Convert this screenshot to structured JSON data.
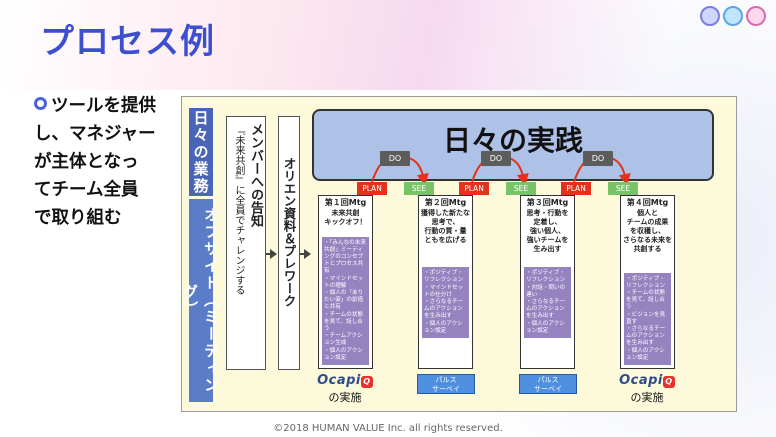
{
  "title": "プロセス例",
  "bullet": "ツールを提供\nし、マネジャー\nが主体となっ\nてチーム全員\nで取り組む",
  "left_labels": {
    "daily": "日々の業務",
    "offsite": "オフサイト（ミーティング）"
  },
  "notice": {
    "title": "メンバーへの告知",
    "desc": "『未来共創』に全員でチャレンジする"
  },
  "orient": "オリエン資料＆プレワーク",
  "practice": "日々の実践",
  "cycle": {
    "do": "DO",
    "plan": "PLAN",
    "see": "SEE"
  },
  "meetings": [
    {
      "title": "第１回Mtg",
      "sub": "未来共創\nキックオフ！",
      "items": [
        "「みんなの未来共創」ミーティングのコンセプトとプロセス共有",
        "マインドセットの理解",
        "個人の「ありたい姿」の創造と共有",
        "チームの状態を見て、話し合う",
        "チームアクション生成",
        "個人のアクション設定"
      ]
    },
    {
      "title": "第２回Mtg",
      "sub": "獲得した新たな思考で、\n行動の質・量\nともを広げる",
      "items": [
        "ポジティブ・リフレクション",
        "マインドセットの仕分け",
        "さらなるチームのアクションを生み出す",
        "個人のアクション設定"
      ]
    },
    {
      "title": "第３回Mtg",
      "sub": "思考・行動を\n定着し、\n強い個人、\n強いチームを\n生み出す",
      "items": [
        "ポジティブ・リフレクション",
        "対話・問いの連い",
        "さらなるチームのアクションを生み出す",
        "個人のアクション設定"
      ]
    },
    {
      "title": "第４回Mtg",
      "sub": "個人と\nチームの成果\nを収穫し、\nさらなる未来を\n共創する",
      "items": [
        "ポジティブ・リフレクション",
        "チームの状態を見て、話し合う",
        "ビジョンを見直す",
        "さらなるチームのアクションを生み出す",
        "個人のアクション設定"
      ]
    }
  ],
  "pulse": "パルス\nサーベイ",
  "ocapi": {
    "brand": "Ocapi",
    "mark": "Q",
    "impl": "の実施"
  },
  "copyright": "©2018 HUMAN VALUE Inc. all rights reserved.",
  "colors": {
    "title": "#3d4fd1",
    "plan": "#e2321b",
    "see": "#78c267",
    "do": "#5c5c5c",
    "practice": "#aec1e6",
    "list": "#9583c0",
    "pulse": "#4e8fe0"
  }
}
